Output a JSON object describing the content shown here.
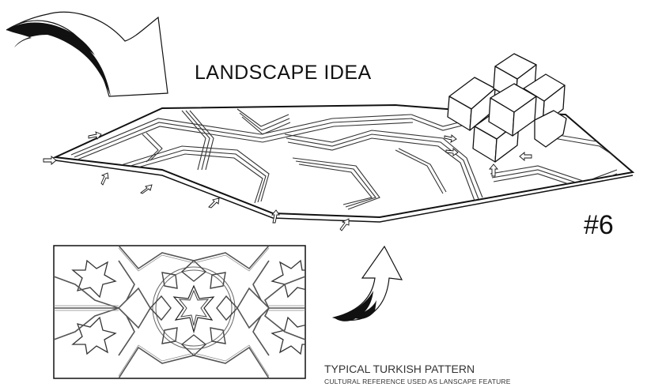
{
  "header": {
    "title": "LANDSCAPE IDEA"
  },
  "sheet": {
    "number": "#6"
  },
  "caption": {
    "title": "TYPICAL TURKISH PATTERN",
    "subtitle": "CULTURAL REFERENCE USED AS LANSCAPE FEATURE"
  },
  "colors": {
    "ink": "#111111",
    "background": "#ffffff",
    "pattern_stroke": "#555555"
  },
  "icons": [
    "curved-arrow-icon-top-left",
    "curved-arrow-icon-bottom",
    "flow-arrow-icon"
  ]
}
